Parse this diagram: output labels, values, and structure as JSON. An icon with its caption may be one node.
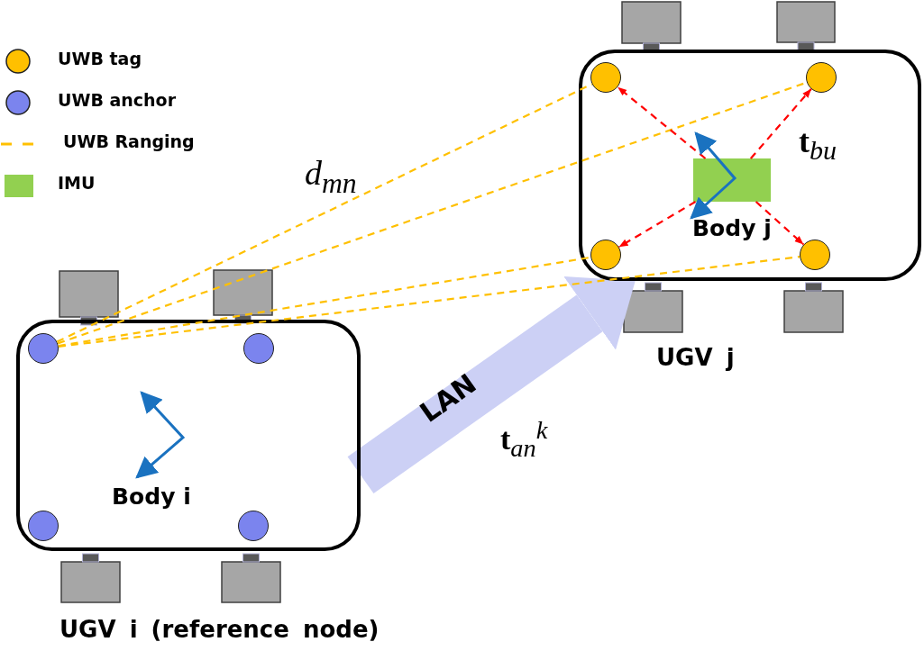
{
  "diagram": {
    "nodes": [
      {
        "text": [
          "Body i"
        ],
        "beside": [
          "UGV i (reference node)"
        ]
      },
      {
        "text": [],
        "shape": "circle",
        "in": 0
      },
      {
        "text": [],
        "shape": "circle",
        "in": 0
      },
      {
        "text": [],
        "shape": "circle",
        "in": 0
      },
      {
        "text": [],
        "shape": "circle",
        "in": 0
      },
      {
        "text": [
          "Body j"
        ],
        "beside": [
          "UGV j"
        ]
      },
      {
        "text": [],
        "shape": "circle",
        "in": 5
      },
      {
        "text": [],
        "shape": "circle",
        "in": 5
      },
      {
        "text": [],
        "shape": "circle",
        "in": 5
      },
      {
        "text": [],
        "shape": "circle",
        "in": 5
      },
      {
        "text": [],
        "shape": "box",
        "in": 5
      }
    ],
    "edges": [
      {
        "from": 1,
        "to": 6,
        "arrow": "none",
        "style": "dashed"
      },
      {
        "from": 1,
        "to": 7,
        "arrow": "none",
        "style": "dashed"
      },
      {
        "from": 1,
        "to": 8,
        "arrow": "none",
        "style": "dashed"
      },
      {
        "from": 1,
        "to": 9,
        "arrow": "none",
        "style": "dashed"
      },
      {
        "from": 10,
        "to": 6,
        "arrow": "to",
        "style": "dashed",
        "color": "#ff0000"
      },
      {
        "from": 10,
        "to": 7,
        "arrow": "to",
        "style": "dashed",
        "color": "#ff0000"
      },
      {
        "from": 10,
        "to": 8,
        "arrow": "to",
        "style": "dashed",
        "color": "#ff0000"
      },
      {
        "from": 10,
        "to": 9,
        "arrow": "to",
        "style": "dashed",
        "color": "#ff0000"
      },
      {
        "from": 0,
        "to": 5,
        "arrow": "to",
        "style": "thick",
        "color": "#ccd0f5",
        "label": "LAN"
      }
    ],
    "labels": [
      "d$_{mn}$",
      "**t**$_{bu}$",
      "**t**$_{an}$$^{k}$"
    ],
    "legend": [
      {
        "text": "UWB tag",
        "color": "#ffc000"
      },
      {
        "text": "UWB anchor",
        "color": "#7b84ee"
      },
      {
        "text": "UWB Ranging"
      },
      {
        "text": "IMU",
        "color": "#92d050"
      }
    ]
  }
}
